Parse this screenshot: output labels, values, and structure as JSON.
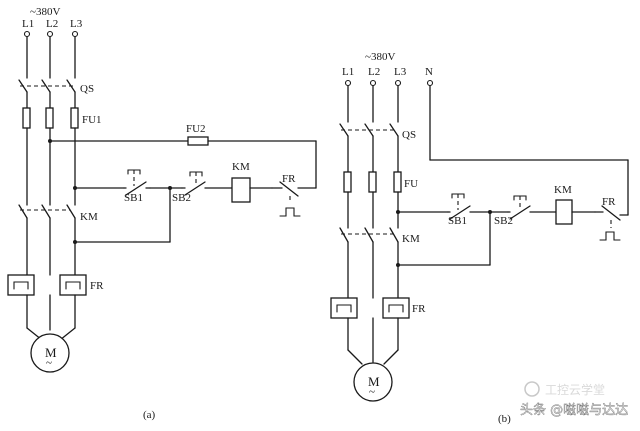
{
  "diagram_a": {
    "voltage": "~380V",
    "phases": [
      "L1",
      "L2",
      "L3"
    ],
    "switch": "QS",
    "main_fuse": "FU1",
    "control_fuse": "FU2",
    "contactor": "KM",
    "contact": "KM",
    "stop_button": "SB1",
    "start_button": "SB2",
    "overload_contact": "FR",
    "overload_relay": "FR",
    "motor": "M",
    "motor_symbol": "~",
    "caption": "(a)"
  },
  "diagram_b": {
    "voltage": "~380V",
    "phases": [
      "L1",
      "L2",
      "L3",
      "N"
    ],
    "switch": "QS",
    "fuse": "FU",
    "contact": "KM",
    "contactor": "KM",
    "stop_button": "SB1",
    "start_button": "SB2",
    "overload_contact": "FR",
    "overload_relay": "FR",
    "motor": "M",
    "motor_symbol": "~",
    "caption": "(b)"
  },
  "watermark": {
    "line1": "工控云学堂",
    "line2": "头条 @嗞嗞与达达"
  }
}
